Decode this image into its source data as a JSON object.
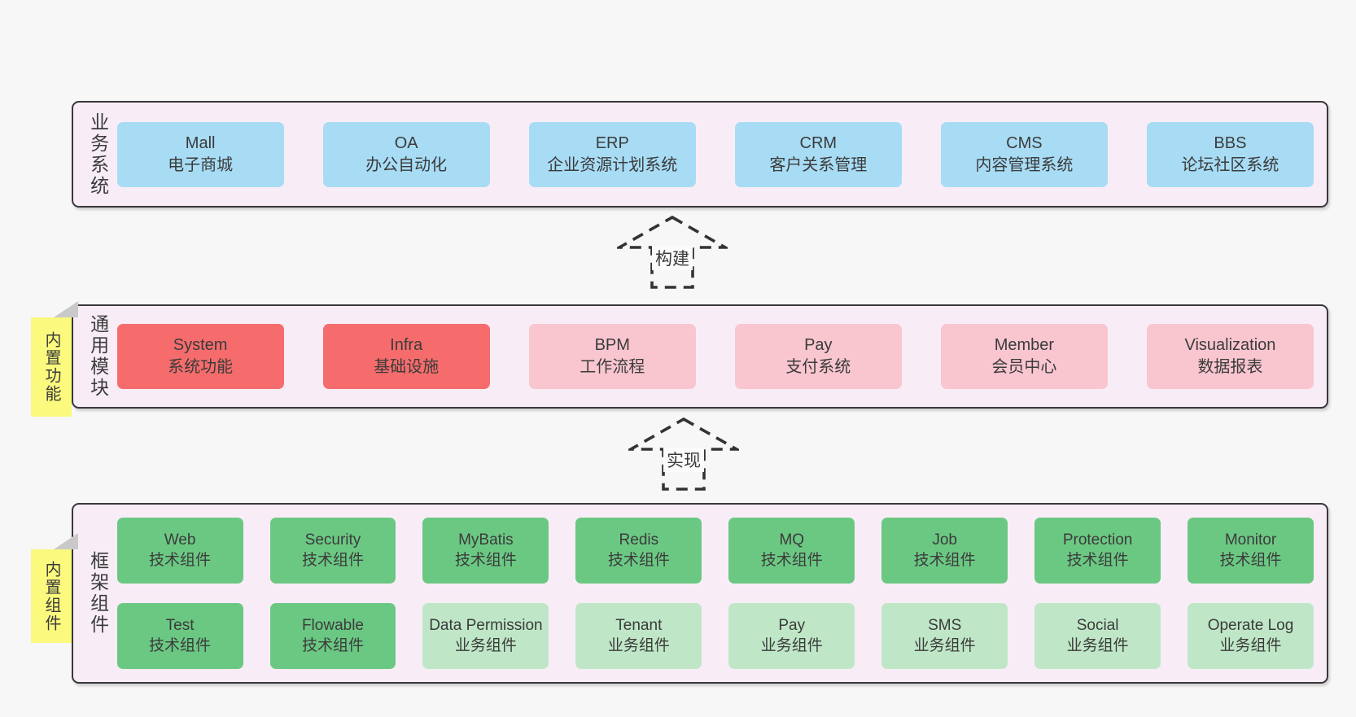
{
  "colors": {
    "page_bg": "#f7f7f7",
    "layer_bg": "#f8edf7",
    "layer_border": "#383838",
    "blue_box": "#a8dcf5",
    "red_box": "#f66c6c",
    "pink_box": "#f9c6d0",
    "green_box": "#6bc883",
    "light_green_box": "#bfe7c7",
    "sticky_yellow": "#fbf97e",
    "sticky_fold_gray": "#c9c9c9",
    "text": "#3b3b3b"
  },
  "layers": {
    "business": {
      "label": "业务系统",
      "boxes": [
        {
          "name": "Mall",
          "desc": "电子商城"
        },
        {
          "name": "OA",
          "desc": "办公自动化"
        },
        {
          "name": "ERP",
          "desc": "企业资源计划系统"
        },
        {
          "name": "CRM",
          "desc": "客户关系管理"
        },
        {
          "name": "CMS",
          "desc": "内容管理系统"
        },
        {
          "name": "BBS",
          "desc": "论坛社区系统"
        }
      ]
    },
    "modules": {
      "label": "通用模块",
      "sticky": "内置功能",
      "boxes": [
        {
          "name": "System",
          "desc": "系统功能"
        },
        {
          "name": "Infra",
          "desc": "基础设施"
        },
        {
          "name": "BPM",
          "desc": "工作流程"
        },
        {
          "name": "Pay",
          "desc": "支付系统"
        },
        {
          "name": "Member",
          "desc": "会员中心"
        },
        {
          "name": "Visualization",
          "desc": "数据报表"
        }
      ]
    },
    "components": {
      "label": "框架组件",
      "sticky": "内置组件",
      "row1": [
        {
          "name": "Web",
          "desc": "技术组件"
        },
        {
          "name": "Security",
          "desc": "技术组件"
        },
        {
          "name": "MyBatis",
          "desc": "技术组件"
        },
        {
          "name": "Redis",
          "desc": "技术组件"
        },
        {
          "name": "MQ",
          "desc": "技术组件"
        },
        {
          "name": "Job",
          "desc": "技术组件"
        },
        {
          "name": "Protection",
          "desc": "技术组件"
        },
        {
          "name": "Monitor",
          "desc": "技术组件"
        }
      ],
      "row2": [
        {
          "name": "Test",
          "desc": "技术组件"
        },
        {
          "name": "Flowable",
          "desc": "技术组件"
        },
        {
          "name": "Data Permission",
          "desc": "业务组件"
        },
        {
          "name": "Tenant",
          "desc": "业务组件"
        },
        {
          "name": "Pay",
          "desc": "业务组件"
        },
        {
          "name": "SMS",
          "desc": "业务组件"
        },
        {
          "name": "Social",
          "desc": "业务组件"
        },
        {
          "name": "Operate Log",
          "desc": "业务组件"
        }
      ]
    }
  },
  "arrows": [
    {
      "label": "构建"
    },
    {
      "label": "实现"
    }
  ]
}
